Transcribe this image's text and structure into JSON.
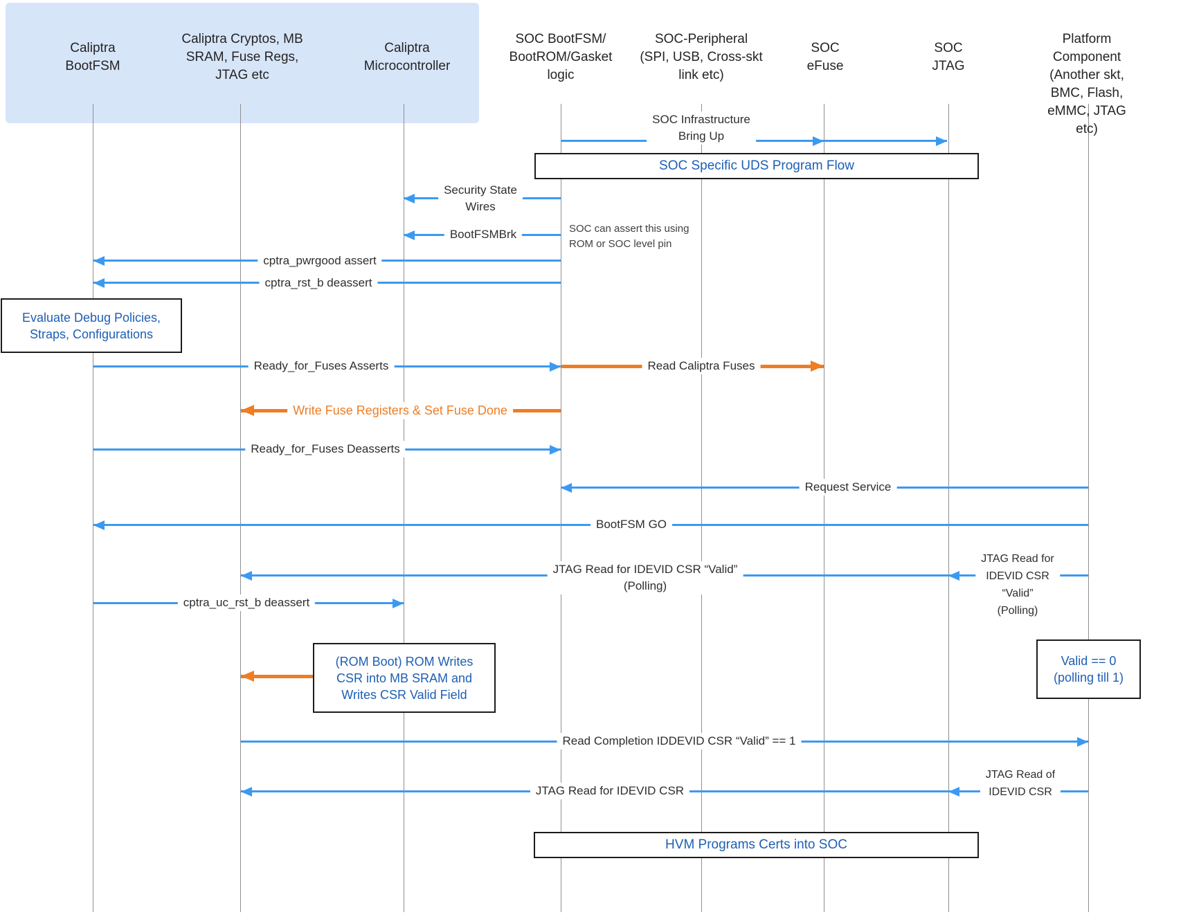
{
  "colors": {
    "arrow_blue": "#3b99f2",
    "arrow_orange": "#ee7d23",
    "text_blue": "#1d5fb4",
    "panel_blue": "#d7e5f9",
    "lifeline_gray": "#8f8f8f",
    "text_black": "#2e2e2e"
  },
  "actors": [
    {
      "id": "caliptra-bootfsm",
      "label": "Caliptra\nBootFSM"
    },
    {
      "id": "caliptra-cryptos",
      "label": "Caliptra Cryptos, MB\nSRAM, Fuse Regs,\nJTAG etc"
    },
    {
      "id": "caliptra-microcontroller",
      "label": "Caliptra\nMicrocontroller"
    },
    {
      "id": "soc-bootfsm",
      "label": "SOC BootFSM/\nBootROM/Gasket\nlogic"
    },
    {
      "id": "soc-peripheral",
      "label": "SOC-Peripheral\n(SPI, USB, Cross-skt\nlink etc)"
    },
    {
      "id": "soc-efuse",
      "label": "SOC\neFuse"
    },
    {
      "id": "soc-jtag",
      "label": "SOC\nJTAG"
    },
    {
      "id": "platform-component",
      "label": "Platform Component\n(Another skt, BMC, Flash,\neMMC, JTAG etc)"
    }
  ],
  "messages": [
    {
      "label": "SOC Infrastructure\nBring Up",
      "from": "soc-bootfsm",
      "to": "soc-jtag",
      "color": "blue"
    },
    {
      "label": "Security State\nWires",
      "from": "soc-bootfsm",
      "to": "caliptra-microcontroller",
      "color": "blue"
    },
    {
      "label": "BootFSMBrk",
      "from": "soc-bootfsm",
      "to": "caliptra-microcontroller",
      "color": "blue"
    },
    {
      "label": "cptra_pwrgood assert",
      "from": "soc-bootfsm",
      "to": "caliptra-bootfsm",
      "color": "blue"
    },
    {
      "label": "cptra_rst_b deassert",
      "from": "soc-bootfsm",
      "to": "caliptra-bootfsm",
      "color": "blue"
    },
    {
      "label": "Ready_for_Fuses Asserts",
      "from": "caliptra-bootfsm",
      "to": "soc-bootfsm",
      "color": "blue"
    },
    {
      "label": "Read Caliptra Fuses",
      "from": "soc-bootfsm",
      "to": "soc-efuse",
      "color": "orange"
    },
    {
      "label": "Write Fuse Registers & Set Fuse Done",
      "from": "soc-bootfsm",
      "to": "caliptra-cryptos",
      "color": "orange"
    },
    {
      "label": "Ready_for_Fuses Deasserts",
      "from": "caliptra-bootfsm",
      "to": "soc-bootfsm",
      "color": "blue"
    },
    {
      "label": "Request Service",
      "from": "platform-component",
      "to": "soc-bootfsm",
      "color": "blue"
    },
    {
      "label": "BootFSM GO",
      "from": "platform-component",
      "to": "caliptra-bootfsm",
      "color": "blue"
    },
    {
      "label": "JTAG Read for IDEVID CSR “Valid”\n(Polling)",
      "from": "platform-component",
      "to": "caliptra-cryptos",
      "color": "blue"
    },
    {
      "label": "JTAG Read for\nIDEVID CSR\n“Valid”\n(Polling)",
      "role": "side-label",
      "color": "blue"
    },
    {
      "label": "cptra_uc_rst_b deassert",
      "from": "caliptra-bootfsm",
      "to": "caliptra-microcontroller",
      "color": "blue"
    },
    {
      "label": "Read Completion IDDEVID CSR “Valid” == 1",
      "from": "caliptra-cryptos",
      "to": "platform-component",
      "color": "blue"
    },
    {
      "label": "JTAG Read for IDEVID CSR",
      "from": "platform-component",
      "to": "caliptra-cryptos",
      "color": "blue"
    },
    {
      "label": "JTAG Read of\nIDEVID CSR",
      "role": "side-label",
      "color": "blue"
    }
  ],
  "boxes": [
    {
      "label": "SOC Specific UDS Program Flow"
    },
    {
      "label": "Evaluate Debug Policies,\nStraps, Configurations"
    },
    {
      "label": "(ROM Boot) ROM Writes\nCSR into MB SRAM and\nWrites CSR Valid Field",
      "arrow_to": "caliptra-cryptos",
      "arrow_color": "orange"
    },
    {
      "label": "Valid == 0\n(polling till 1)"
    },
    {
      "label": "HVM Programs Certs into SOC"
    }
  ],
  "notes": [
    {
      "text": "SOC can assert this using\nROM or SOC level pin"
    }
  ]
}
